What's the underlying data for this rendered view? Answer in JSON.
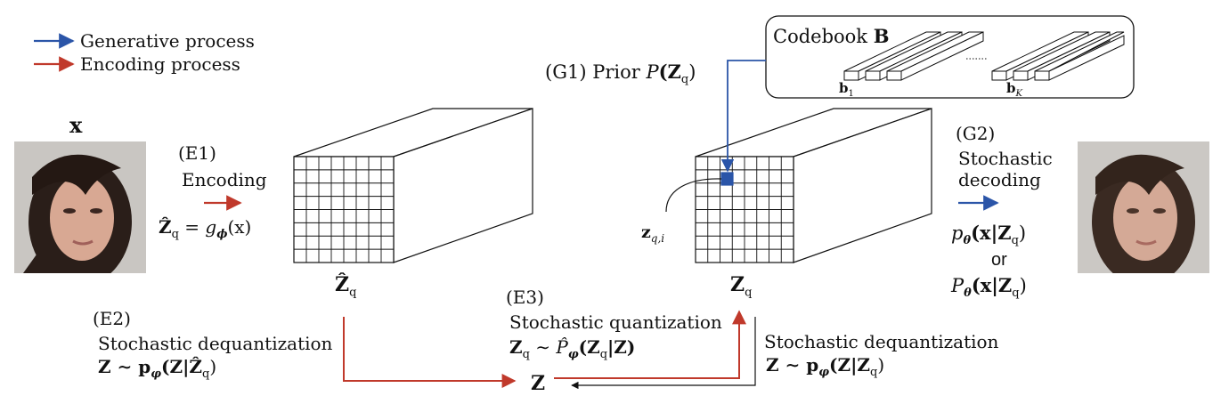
{
  "legend": {
    "generative_label": "Generative process",
    "encoding_label": "Encoding process",
    "generative_color": "#2b55a8",
    "encoding_color": "#c0392b"
  },
  "input": {
    "label": "x"
  },
  "e1": {
    "tag": "(E1)",
    "title": "Encoding",
    "eq_lhs": "Ẑ",
    "eq_sub": "q",
    "eq_rhs": " = g",
    "eq_rhs_sub": "ϕ",
    "eq_arg": "(x)"
  },
  "tensor_left": {
    "label": "Ẑ",
    "label_sub": "q"
  },
  "tensor_right": {
    "label": "Z",
    "label_sub": "q",
    "element_label": "z",
    "element_sub": "q,i"
  },
  "codebook": {
    "title": "Codebook ",
    "title_sym": "B",
    "first_label": "b",
    "first_sub": "1",
    "last_label": "b",
    "last_sub": "K"
  },
  "g1": {
    "text": "(G1) Prior ",
    "p": "P",
    "arg": "(Z",
    "arg_sub": "q",
    "close": ")"
  },
  "g2": {
    "tag": "(G2)",
    "line1": "Stochastic",
    "line2": "decoding",
    "eq1": "p",
    "eq1_sub": "θ",
    "eq1_arg": "(x|Z",
    "eq1_argsub": "q",
    "eq1_close": ")",
    "or": "or",
    "eq2": "P",
    "eq2_sub": "θ",
    "eq2_arg": "(x|Z",
    "eq2_argsub": "q",
    "eq2_close": ")"
  },
  "e2": {
    "tag": "(E2)",
    "title": "Stochastic dequantization",
    "eq_a": "Z ∼ p",
    "eq_sub": "φ",
    "eq_b": "(Z|Ẑ",
    "eq_bsub": "q",
    "eq_c": ")"
  },
  "e3": {
    "tag": "(E3)",
    "title": "Stochastic quantization",
    "eq_a": "Z",
    "eq_asub": "q",
    "eq_b": " ∼ P̂",
    "eq_bsub": "φ",
    "eq_c": "(Z",
    "eq_csub": "q",
    "eq_d": "|Z)"
  },
  "z_node": {
    "label": "Z"
  },
  "deq_right": {
    "title": "Stochastic dequantization",
    "eq_a": "Z ∼ p",
    "eq_sub": "φ",
    "eq_b": "(Z|Z",
    "eq_bsub": "q",
    "eq_c": ")"
  }
}
